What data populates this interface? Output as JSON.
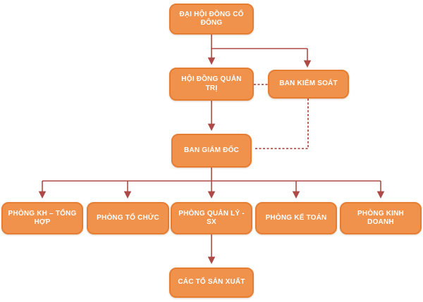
{
  "diagram": {
    "type": "org-chart",
    "colors": {
      "node_fill": "#F0914C",
      "node_border": "#E57E33",
      "node_text": "#FFFFFF",
      "connector_solid": "#AE4A46",
      "connector_dashed": "#B5504B",
      "background": "#FFFFFF"
    },
    "nodes": [
      {
        "id": "dai-hoi-dong-co-dong",
        "label": "ĐẠI HỘI ĐỒNG CỔ\nĐÔNG"
      },
      {
        "id": "hoi-dong-quan-tri",
        "label": "HỘI ĐỒNG QUẢN\nTRỊ"
      },
      {
        "id": "ban-kiem-soat",
        "label": "BAN KIỂM SOÁT"
      },
      {
        "id": "ban-giam-doc",
        "label": "BAN GIÁM ĐỐC"
      },
      {
        "id": "phong-kh-tong-hop",
        "label": "PHÒNG KH – TỔNG\nHỢP"
      },
      {
        "id": "phong-to-chuc",
        "label": "PHÒNG TỔ CHỨC"
      },
      {
        "id": "phong-quan-ly-sx",
        "label": "PHÒNG QUẢN LÝ -\nSX"
      },
      {
        "id": "phong-ke-toan",
        "label": "PHÒNG KẾ TOÁN"
      },
      {
        "id": "phong-kinh-doanh",
        "label": "PHÒNG KINH\nDOANH"
      },
      {
        "id": "cac-to-san-xuat",
        "label": "CÁC TỔ SẢN XUẤT"
      }
    ],
    "edges": [
      {
        "from": "dai-hoi-dong-co-dong",
        "to": "hoi-dong-quan-tri",
        "style": "solid-arrow"
      },
      {
        "from": "dai-hoi-dong-co-dong",
        "to": "ban-kiem-soat",
        "style": "solid-arrow"
      },
      {
        "from": "hoi-dong-quan-tri",
        "to": "ban-kiem-soat",
        "style": "dashed"
      },
      {
        "from": "hoi-dong-quan-tri",
        "to": "ban-giam-doc",
        "style": "solid-arrow"
      },
      {
        "from": "ban-kiem-soat",
        "to": "ban-giam-doc",
        "style": "dashed"
      },
      {
        "from": "ban-giam-doc",
        "to": "phong-kh-tong-hop",
        "style": "solid-arrow"
      },
      {
        "from": "ban-giam-doc",
        "to": "phong-to-chuc",
        "style": "solid-arrow"
      },
      {
        "from": "ban-giam-doc",
        "to": "phong-quan-ly-sx",
        "style": "solid-arrow"
      },
      {
        "from": "ban-giam-doc",
        "to": "phong-ke-toan",
        "style": "solid-arrow"
      },
      {
        "from": "ban-giam-doc",
        "to": "phong-kinh-doanh",
        "style": "solid-arrow"
      },
      {
        "from": "phong-quan-ly-sx",
        "to": "cac-to-san-xuat",
        "style": "solid-arrow"
      }
    ]
  }
}
